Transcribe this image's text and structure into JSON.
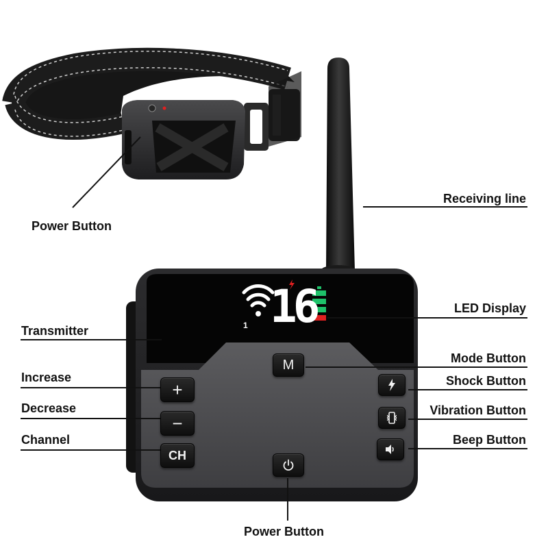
{
  "callouts": {
    "collar_power": "Power Button",
    "receiving_line": "Receiving line",
    "led_display": "LED Display",
    "transmitter": "Transmitter",
    "mode_button": "Mode Button",
    "increase": "Increase",
    "shock_button": "Shock Button",
    "decrease": "Decrease",
    "vibration_button": "Vibration Button",
    "channel": "Channel",
    "beep_button": "Beep Button",
    "power_button": "Power Button"
  },
  "display": {
    "value": "16",
    "channel": "1",
    "battery_colors": [
      "#1ec26a",
      "#1ec26a",
      "#1ec26a",
      "#e02020"
    ]
  },
  "buttons": {
    "mode": "M",
    "increase": "+",
    "decrease": "−",
    "channel": "CH",
    "shock_icon": "lightning-icon",
    "vibration_icon": "vibration-icon",
    "beep_icon": "speaker-icon",
    "power_icon": "power-icon"
  },
  "colors": {
    "device_body": "#1c1c1e",
    "screen": "#050505",
    "accent_red": "#e02020",
    "battery_green": "#1ec26a"
  }
}
